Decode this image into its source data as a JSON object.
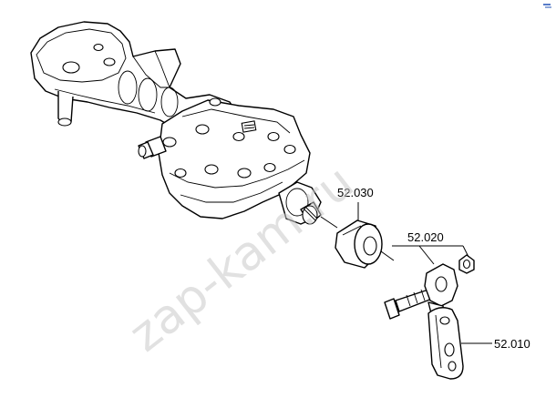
{
  "watermark": "zap-kam.ru",
  "callouts": {
    "top_part": "52.030",
    "middle_part": "52.020",
    "bottom_part": "52.010"
  },
  "colors": {
    "line": "#000000",
    "background": "#ffffff",
    "watermark": "#c9c9c9",
    "corner_mark": "#1f4fb5"
  }
}
